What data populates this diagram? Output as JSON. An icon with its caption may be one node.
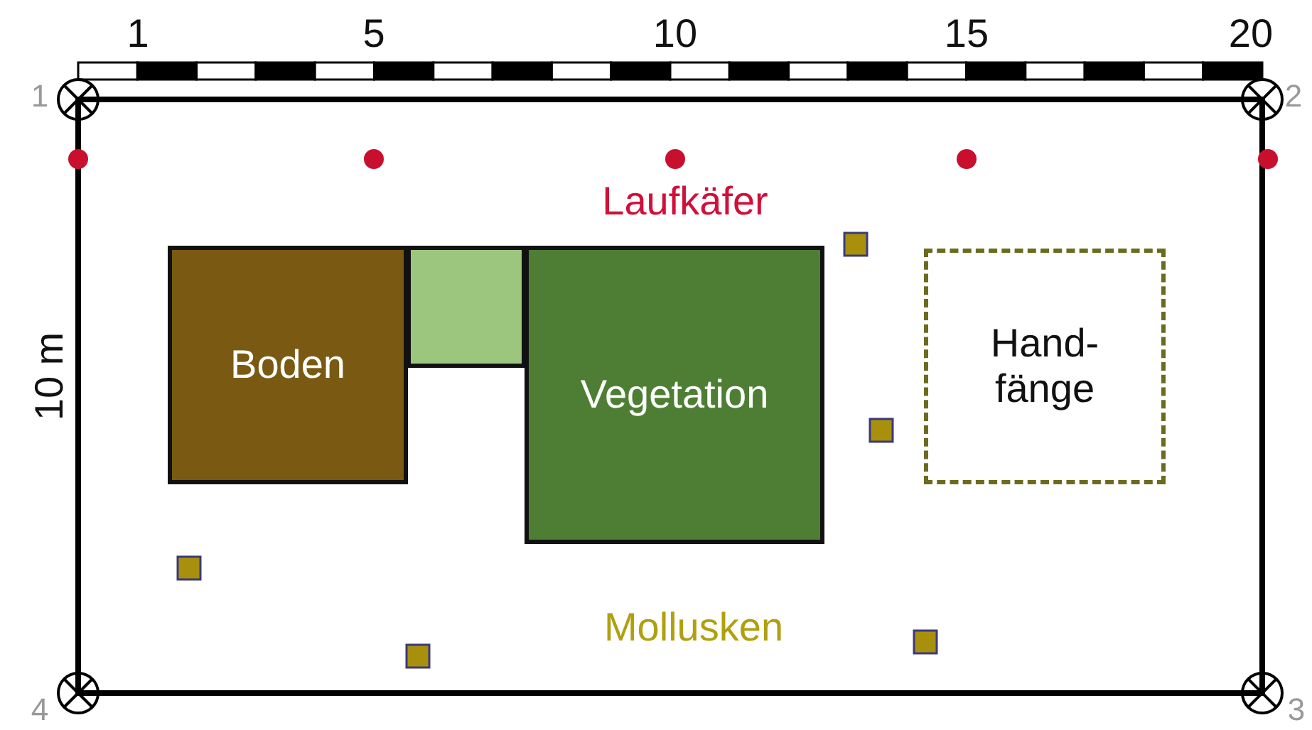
{
  "diagram": {
    "nodes": [
      {
        "text": [
          "Boden"
        ]
      },
      {
        "text": [],
        "shape": "box"
      },
      {
        "text": [
          "Vegetation"
        ]
      },
      {
        "text": [
          "Hand- fänge"
        ]
      }
    ],
    "edges": [],
    "labels": [
      "1",
      "5",
      "10",
      "15",
      "20",
      "1",
      "2",
      "Laufkäfer",
      "10 m",
      "Mollusken",
      "4",
      "3"
    ]
  }
}
